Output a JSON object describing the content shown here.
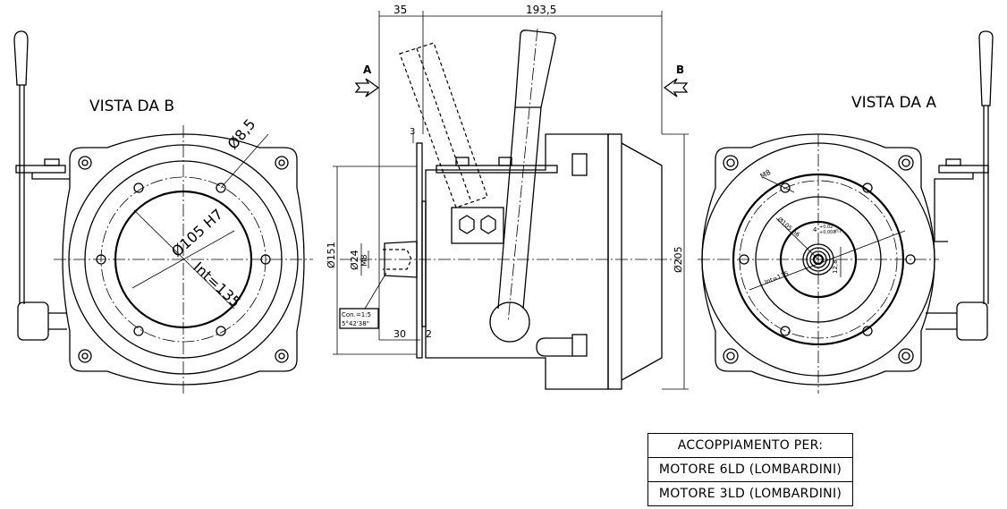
{
  "left_view": {
    "title": "VISTA DA B",
    "hole_dia": "Ø8,5",
    "bore_dia": "Ø105 H7",
    "bolt_circle": "Int=135"
  },
  "side_view": {
    "dim_top_left": "35",
    "dim_top_right": "193,5",
    "arrow_a": "A",
    "arrow_b": "B",
    "dim_3": "3",
    "dim_151": "Ø151",
    "dim_24": "Ø24",
    "dim_m8": "M8",
    "taper_1": "Con.=1:5",
    "taper_2": "5°42'38\"",
    "dim_30": "30",
    "dim_2": "2",
    "dim_205": "Ø205"
  },
  "right_view": {
    "title": "VISTA DA A",
    "thread": "M8",
    "shaft_dia": "Ø105 h6",
    "key_width": "4",
    "key_tol_upper": "+0,02",
    "key_tol_lower": "+0,008",
    "key_fit": "n7",
    "bolt_circle": "Int=135",
    "key_height": "12,8"
  },
  "legend": {
    "title": "ACCOPPIAMENTO PER:",
    "rows": [
      "MOTORE 6LD (LOMBARDINI)",
      "MOTORE 3LD (LOMBARDINI)"
    ]
  }
}
